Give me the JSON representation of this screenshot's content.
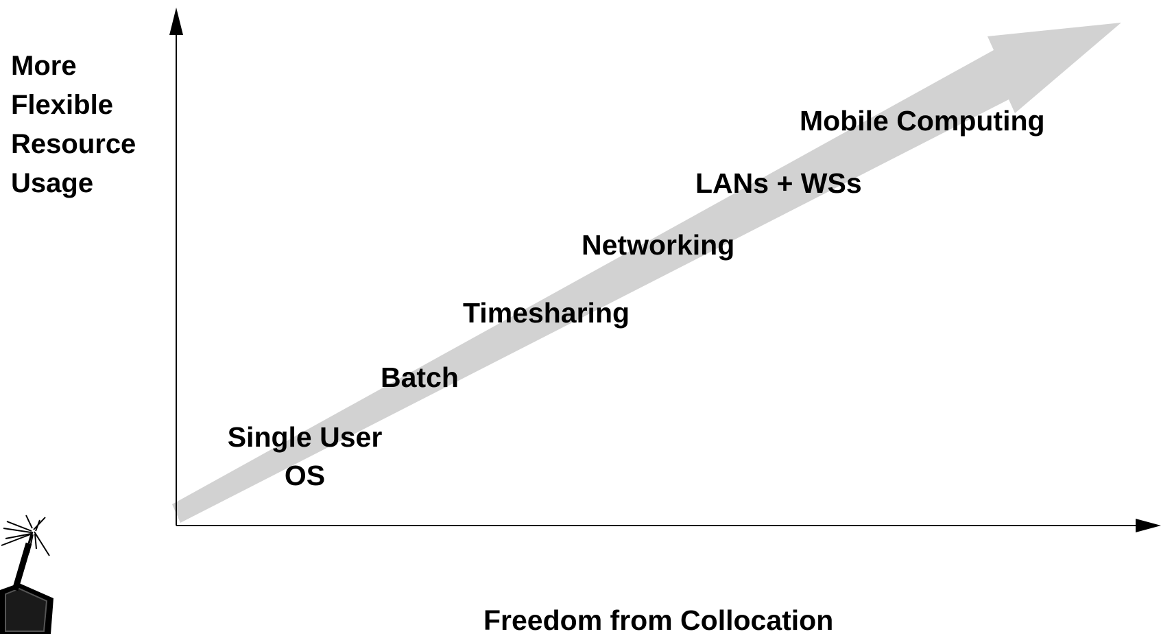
{
  "y_axis_label": {
    "lines": [
      "More",
      "Flexible",
      "Resource",
      "Usage"
    ]
  },
  "x_axis_label": "Freedom from Collocation",
  "stages": [
    {
      "id": "single-user-os",
      "lines": [
        "Single User",
        "OS"
      ]
    },
    {
      "id": "batch",
      "lines": [
        "Batch"
      ]
    },
    {
      "id": "timesharing",
      "lines": [
        "Timesharing"
      ]
    },
    {
      "id": "networking",
      "lines": [
        "Networking"
      ]
    },
    {
      "id": "lans-wss",
      "lines": [
        "LANs + WSs"
      ]
    },
    {
      "id": "mobile-computing",
      "lines": [
        "Mobile Computing"
      ]
    }
  ],
  "colors": {
    "trend_arrow": "#d2d2d2",
    "axes": "#000000",
    "text": "#000000"
  },
  "icons": [
    "mobile-device-antenna-icon"
  ]
}
